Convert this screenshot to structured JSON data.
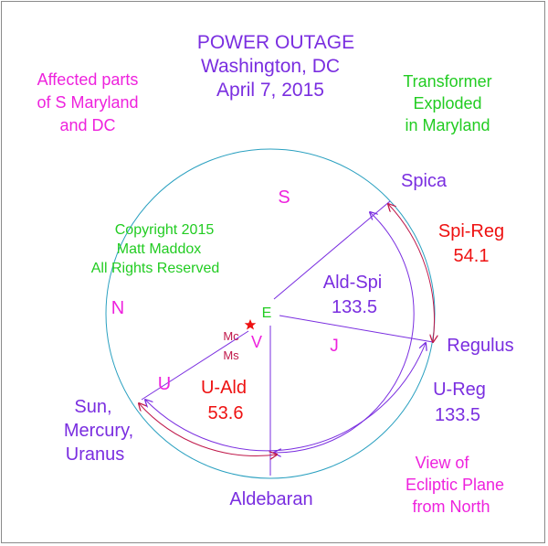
{
  "colors": {
    "purple": "#7a2ee0",
    "magenta": "#ee22dd",
    "green": "#22cc22",
    "red": "#ee1111",
    "teal": "#2aa0c0",
    "dark_red": "#c0184a"
  },
  "title": {
    "line1": "POWER OUTAGE",
    "line2": "Washington, DC",
    "line3": "April 7, 2015"
  },
  "affected": {
    "line1": "Affected parts",
    "line2": "of S Maryland",
    "line3": "and DC"
  },
  "transformer": {
    "line1": "Transformer",
    "line2": "Exploded",
    "line3": "in Maryland"
  },
  "copyright": {
    "line1": "Copyright 2015",
    "line2": "Matt Maddox",
    "line3": "All Rights Reserved"
  },
  "view": {
    "line1": "View of",
    "line2": "Ecliptic Plane",
    "line3": "from North"
  },
  "directions": {
    "south": "S",
    "north": "N"
  },
  "bodies": {
    "earth": "E",
    "venus": "V",
    "jupiter": "J",
    "uranus": "U",
    "mercury_abbr": "Mc",
    "mars_abbr": "Ms"
  },
  "stars": {
    "spica": "Spica",
    "regulus": "Regulus",
    "aldebaran": "Aldebaran",
    "sun_group": {
      "line1": "Sun,",
      "line2": "Mercury,",
      "line3": "Uranus"
    }
  },
  "angles": {
    "ald_spi": {
      "label": "Ald-Spi",
      "value": "133.5"
    },
    "spi_reg": {
      "label": "Spi-Reg",
      "value": "54.1"
    },
    "u_reg": {
      "label": "U-Reg",
      "value": "133.5"
    },
    "u_ald": {
      "label": "U-Ald",
      "value": "53.6"
    }
  }
}
